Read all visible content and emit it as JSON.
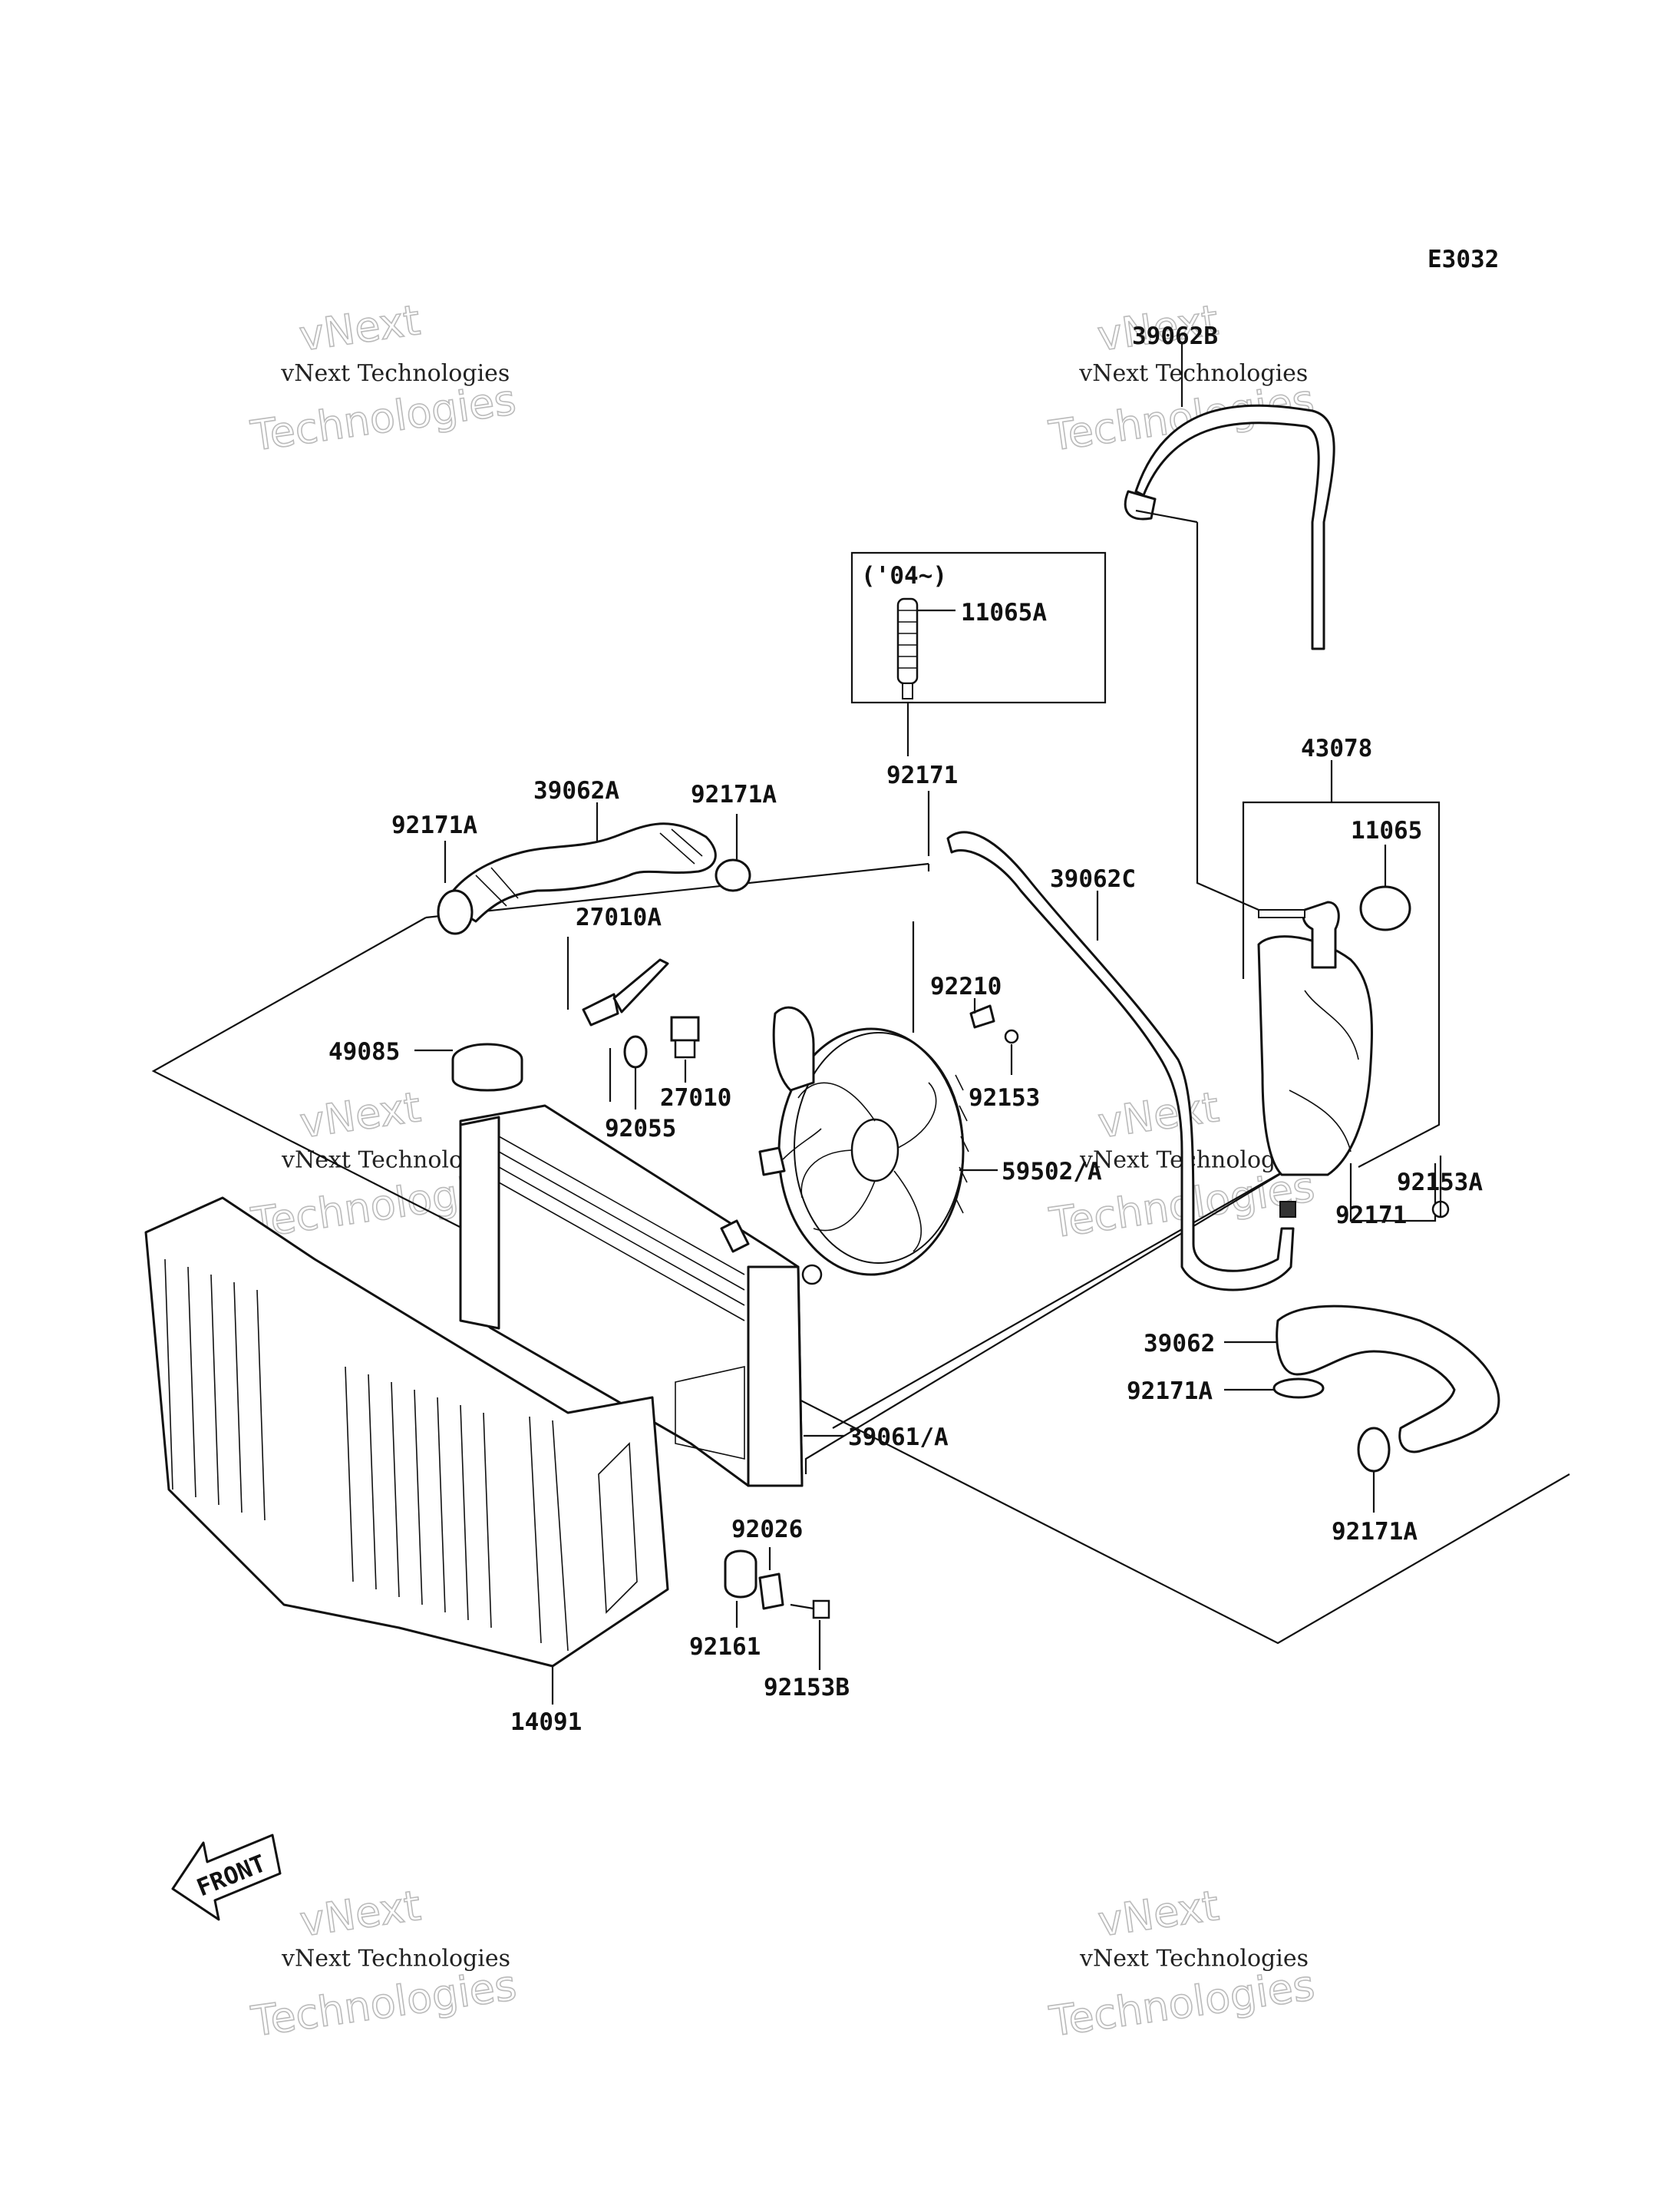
{
  "diagram_code": "E3032",
  "variant_box_label": "('04~)",
  "watermark": {
    "line1": "vNext Technologies",
    "line2": "vNext",
    "line3": "Technologies"
  },
  "front_label": "FRONT",
  "labels": {
    "p39062B": "39062B",
    "p11065A": "11065A",
    "p92171": "92171",
    "p43078": "43078",
    "p11065": "11065",
    "p39062A": "39062A",
    "p92171A_top_mid": "92171A",
    "p92171A_top_left": "92171A",
    "p39062C": "39062C",
    "p27010A": "27010A",
    "p92210": "92210",
    "p49085": "49085",
    "p27010": "27010",
    "p92153": "92153",
    "p92055": "92055",
    "p59502A": "59502/A",
    "p92153A": "92153A",
    "p92171_right": "92171",
    "p39062": "39062",
    "p92171A_mid_right": "92171A",
    "p39061A": "39061/A",
    "p92026": "92026",
    "p92171A_bottom_right": "92171A",
    "p92161": "92161",
    "p92153B": "92153B",
    "p14091": "14091"
  }
}
